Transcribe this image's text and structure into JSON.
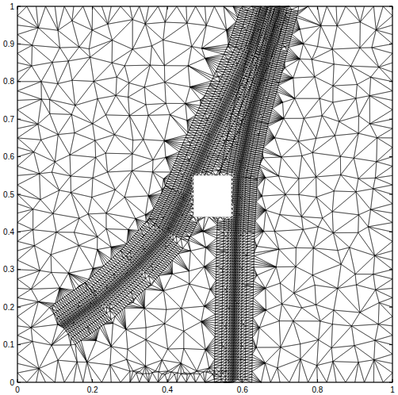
{
  "diagram": {
    "labels": [
      "0",
      "0.2",
      "0.4",
      "0.6",
      "0.8",
      "1",
      "0",
      "0.1",
      "0.2",
      "0.3",
      "0.4",
      "0.5",
      "0.6",
      "0.7",
      "0.8",
      "0.9",
      "1"
    ]
  }
}
